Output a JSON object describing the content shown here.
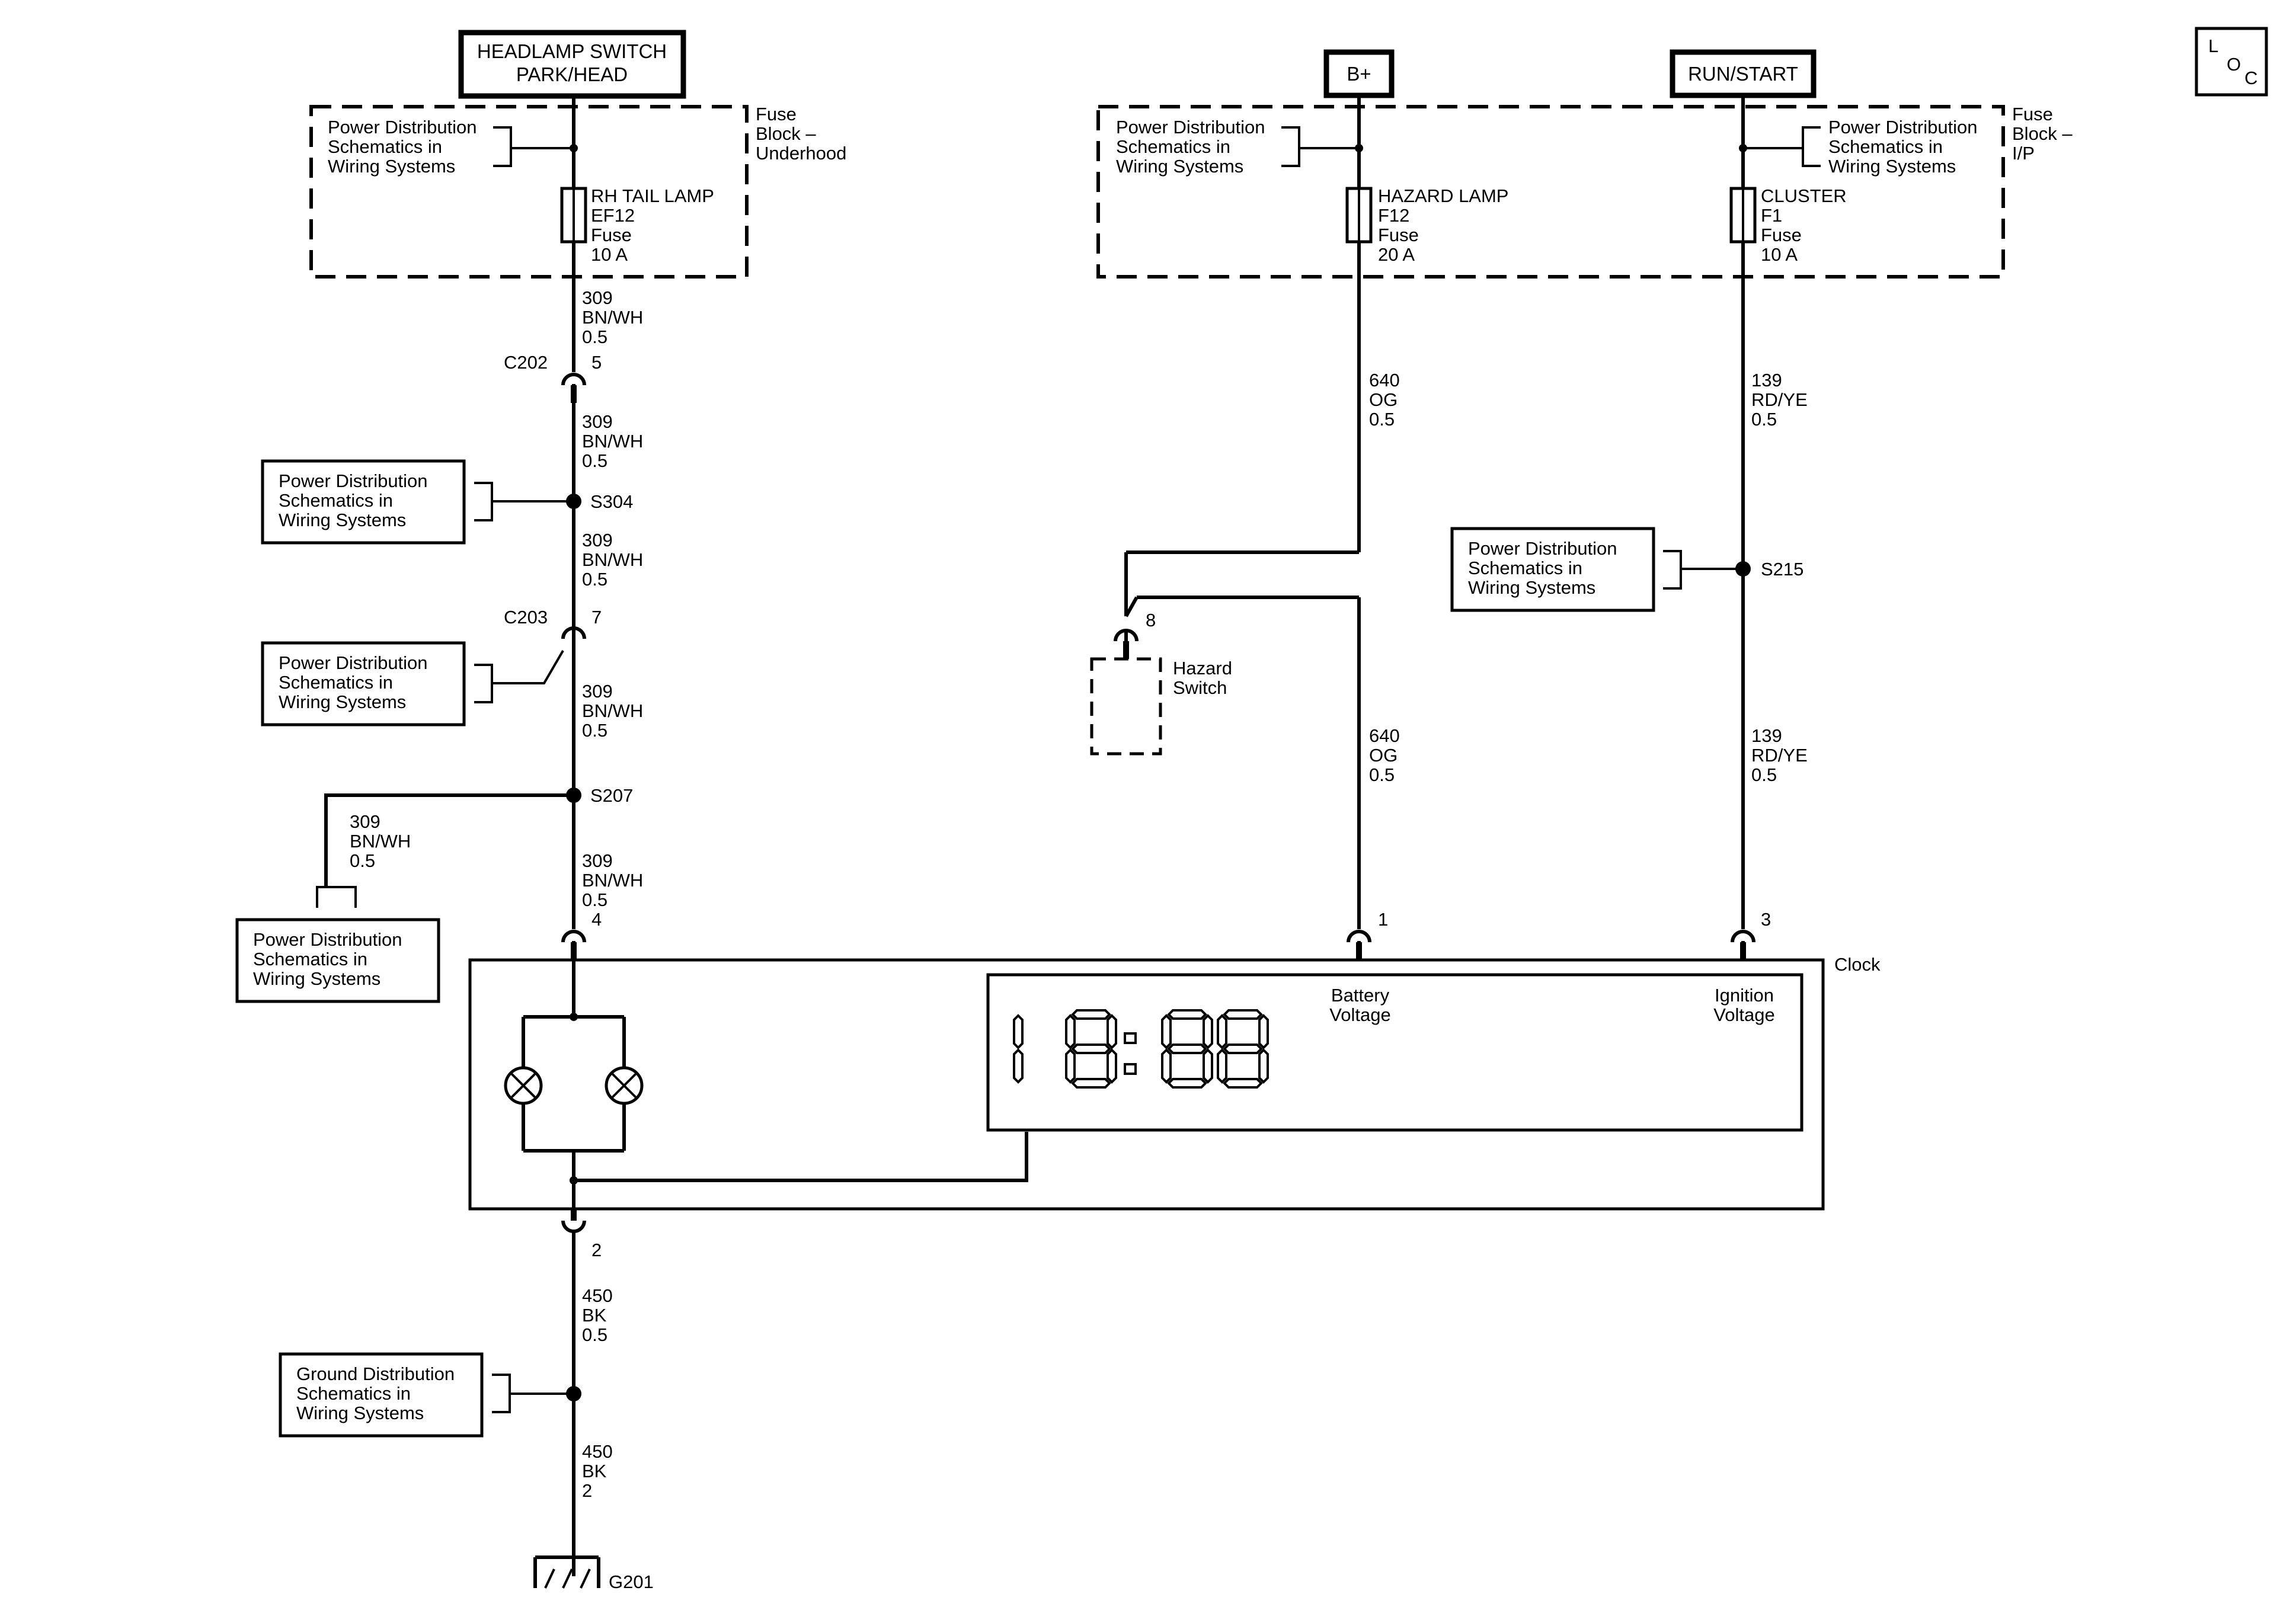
{
  "colors": {
    "line": "#000000",
    "background": "#ffffff"
  },
  "loc_badge": [
    "L",
    "O",
    "C"
  ],
  "sources": {
    "headlamp": [
      "HEADLAMP SWITCH",
      "PARK/HEAD"
    ],
    "bplus": "B+",
    "runstart": "RUN/START"
  },
  "fuse_blocks": {
    "underhood": [
      "Fuse",
      "Block –",
      "Underhood"
    ],
    "ip": [
      "Fuse",
      "Block –",
      "I/P"
    ]
  },
  "power_ref": [
    "Power Distribution",
    "Schematics in",
    "Wiring Systems"
  ],
  "ground_ref": [
    "Ground Distribution",
    "Schematics in",
    "Wiring Systems"
  ],
  "fuses": {
    "rh_tail": [
      "RH TAIL LAMP",
      "EF12",
      "Fuse",
      "10 A"
    ],
    "hazard": [
      "HAZARD LAMP",
      "F12",
      "Fuse",
      "20 A"
    ],
    "cluster": [
      "CLUSTER",
      "F1",
      "Fuse",
      "10 A"
    ]
  },
  "wires": {
    "w309": [
      "309",
      "BN/WH",
      "0.5"
    ],
    "w640": [
      "640",
      "OG",
      "0.5"
    ],
    "w139": [
      "139",
      "RD/YE",
      "0.5"
    ],
    "w450a": [
      "450",
      "BK",
      "0.5"
    ],
    "w450b": [
      "450",
      "BK",
      "2"
    ]
  },
  "connectors": {
    "c202": "C202",
    "c203": "C203"
  },
  "pins": {
    "p5": "5",
    "p7": "7",
    "p4": "4",
    "p8": "8",
    "p1": "1",
    "p3": "3",
    "p2": "2"
  },
  "splices": {
    "s304": "S304",
    "s207": "S207",
    "s215": "S215"
  },
  "hazard_switch": [
    "Hazard",
    "Switch"
  ],
  "clock": {
    "name": "Clock",
    "battery": [
      "Battery",
      "Voltage"
    ],
    "ignition": [
      "Ignition",
      "Voltage"
    ]
  },
  "ground": "G201"
}
